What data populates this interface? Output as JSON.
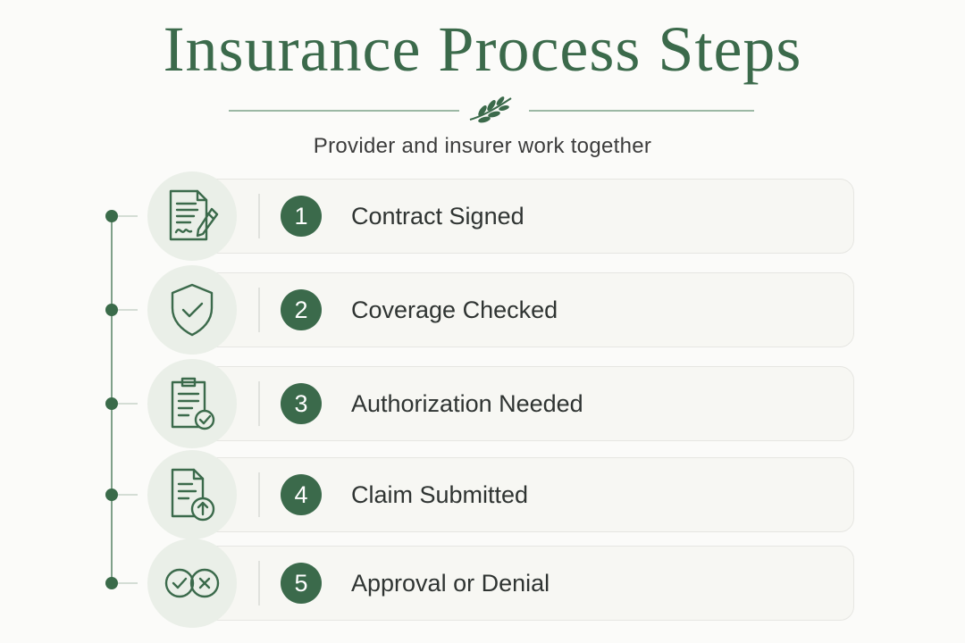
{
  "header": {
    "title": "Insurance Process Steps",
    "subtitle": "Provider and insurer work together"
  },
  "colors": {
    "accent": "#3b6a4b",
    "background": "#fbfbf9",
    "card": "#f7f7f3",
    "icon_circle": "#eaefe8",
    "text": "#2f3432"
  },
  "steps": [
    {
      "number": "1",
      "label": "Contract Signed",
      "icon": "contract-sign-icon"
    },
    {
      "number": "2",
      "label": "Coverage Checked",
      "icon": "shield-check-icon"
    },
    {
      "number": "3",
      "label": "Authorization Needed",
      "icon": "clipboard-check-icon"
    },
    {
      "number": "4",
      "label": "Claim Submitted",
      "icon": "document-upload-icon"
    },
    {
      "number": "5",
      "label": "Approval or Denial",
      "icon": "approve-deny-icon"
    }
  ]
}
